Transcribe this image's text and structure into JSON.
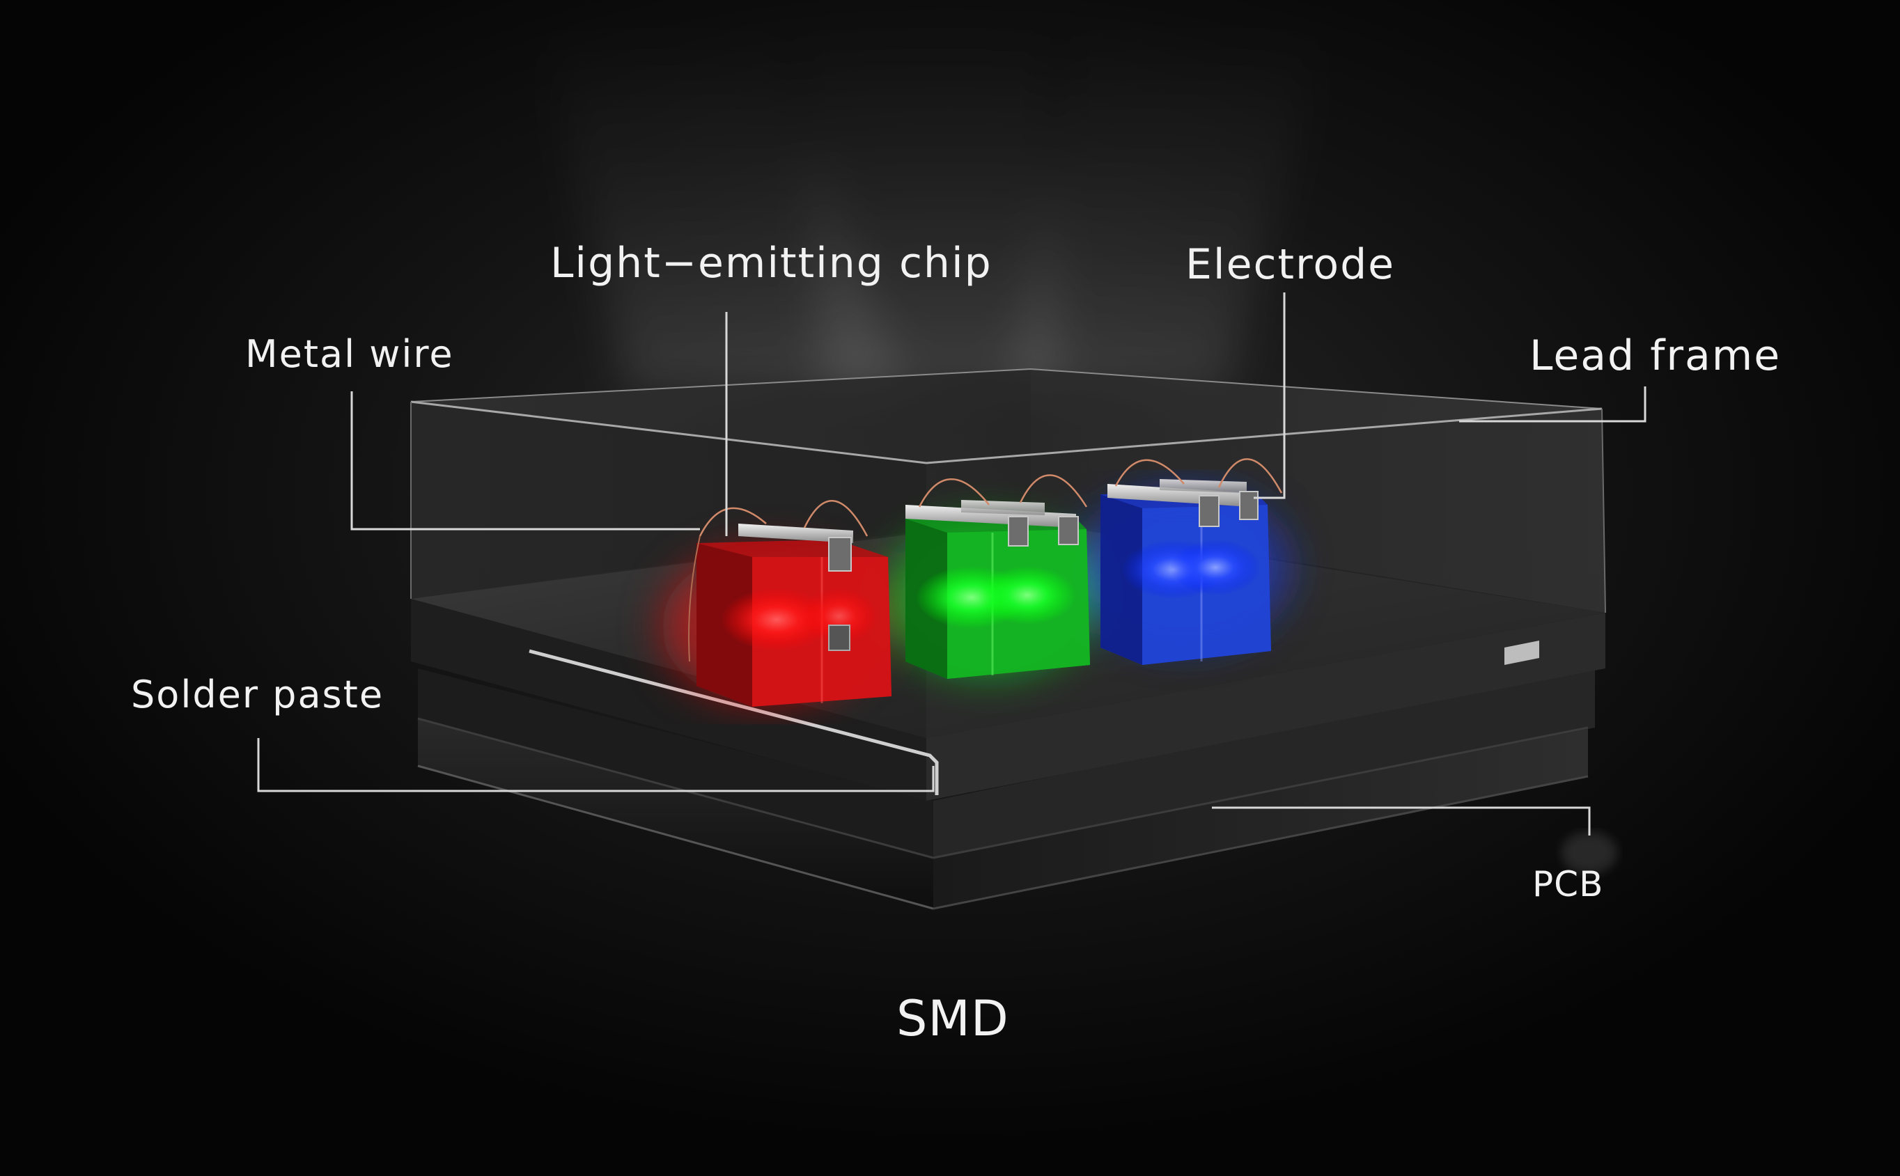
{
  "labels": {
    "light_emitting_chip": "Light−emitting chip",
    "electrode": "Electrode",
    "metal_wire": "Metal wire",
    "lead_frame": "Lead frame",
    "solder_paste": "Solder paste",
    "pcb": "PCB"
  },
  "title": "SMD",
  "colors": {
    "background": "#050505",
    "label_text": "#f2f2f2",
    "chip_red": "#e0151b",
    "chip_green": "#1cc42c",
    "chip_blue": "#1f3fe0",
    "leader_line": "#d8d8d8"
  }
}
